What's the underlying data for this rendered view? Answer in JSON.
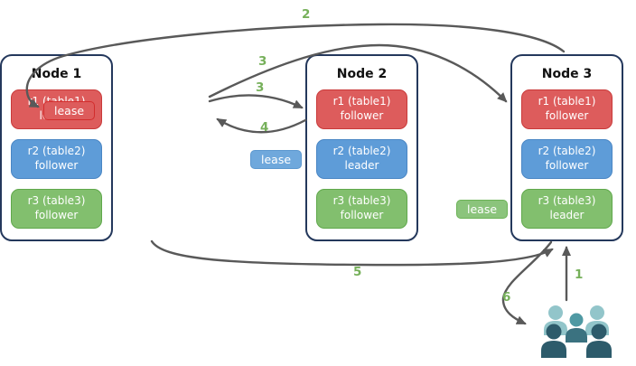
{
  "diagram": {
    "nodes": [
      {
        "title": "Node 1",
        "replicas": [
          {
            "name": "r1 (table1)",
            "role": "leader",
            "color": "red"
          },
          {
            "name": "r2 (table2)",
            "role": "follower",
            "color": "blue"
          },
          {
            "name": "r3 (table3)",
            "role": "follower",
            "color": "green"
          }
        ]
      },
      {
        "title": "Node 2",
        "replicas": [
          {
            "name": "r1 (table1)",
            "role": "follower",
            "color": "red"
          },
          {
            "name": "r2 (table2)",
            "role": "leader",
            "color": "blue"
          },
          {
            "name": "r3 (table3)",
            "role": "follower",
            "color": "green"
          }
        ]
      },
      {
        "title": "Node 3",
        "replicas": [
          {
            "name": "r1 (table1)",
            "role": "follower",
            "color": "red"
          },
          {
            "name": "r2 (table2)",
            "role": "follower",
            "color": "blue"
          },
          {
            "name": "r3 (table3)",
            "role": "leader",
            "color": "green"
          }
        ]
      }
    ],
    "leases": [
      {
        "label": "lease",
        "color": "#dd5c5c"
      },
      {
        "label": "lease",
        "color": "#6fa8dc"
      },
      {
        "label": "lease",
        "color": "#8bc47c"
      }
    ],
    "steps": [
      {
        "label": "2"
      },
      {
        "label": "3"
      },
      {
        "label": "3"
      },
      {
        "label": "4"
      },
      {
        "label": "5"
      },
      {
        "label": "1"
      },
      {
        "label": "6"
      }
    ],
    "colors": {
      "replica_red": "#dd5c5c",
      "replica_blue": "#5e9cd8",
      "replica_green": "#82bf6e",
      "node_border": "#24385c",
      "arrow": "#595959",
      "step_label": "#76b05a",
      "users_light": "#92c5ca",
      "users_medium": "#4f99a3",
      "users_medium_dark": "#3b7280",
      "users_dark": "#2d5b6b"
    }
  }
}
